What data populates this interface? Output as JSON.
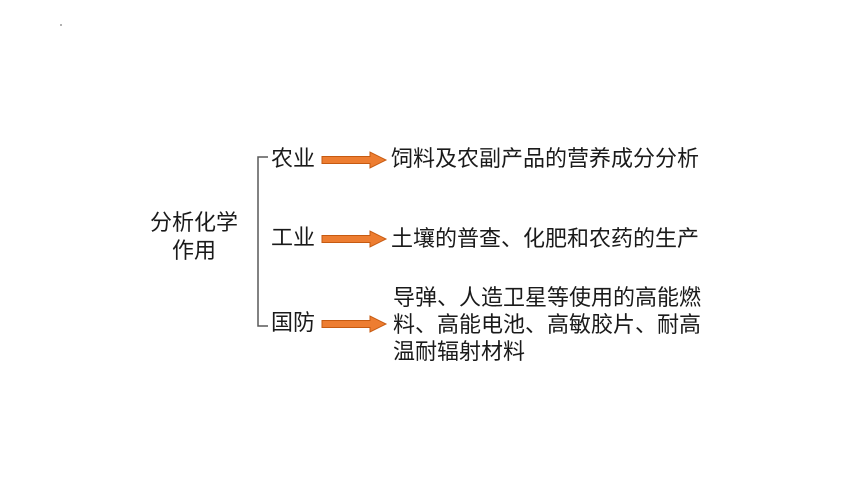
{
  "root": {
    "line1": "分析化学",
    "line2": "作用"
  },
  "branches": [
    {
      "label": "农业",
      "description": "饲料及农副产品的营养成分分析"
    },
    {
      "label": "工业",
      "description": "土壤的普查、化肥和农药的生产"
    },
    {
      "label": "国防",
      "description_lines": [
        "导弹、人造卫星等使用的高能燃",
        "料、高能电池、高敏胶片、耐高",
        "温耐辐射材料"
      ]
    }
  ],
  "colors": {
    "arrow": "#ED7D31",
    "bracket": "#595959",
    "text": "#1a1a1a"
  }
}
